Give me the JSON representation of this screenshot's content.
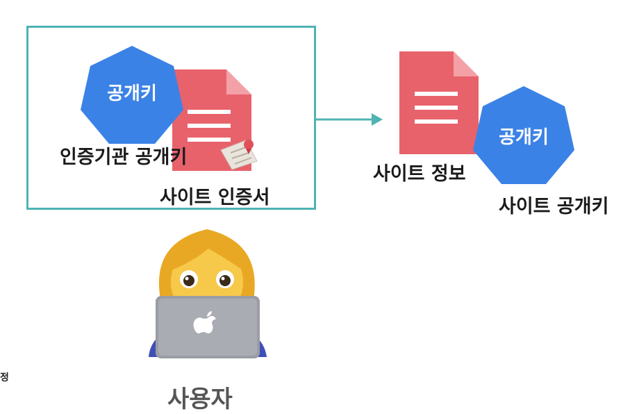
{
  "certificate_group": {
    "ca_public_key": {
      "badge": "공개키",
      "label": "인증기관 공개키"
    },
    "certificate": {
      "label": "사이트 인증서"
    }
  },
  "site_info": {
    "document_label": "사이트 정보",
    "public_key": {
      "badge": "공개키",
      "label": "사이트 공개키"
    }
  },
  "user": {
    "label": "사용자"
  },
  "side_fragment": "정",
  "colors": {
    "box_border": "#4fb3b3",
    "arrow": "#4fb3b3",
    "document": "#e8626b",
    "key_badge": "#3b82e6"
  }
}
